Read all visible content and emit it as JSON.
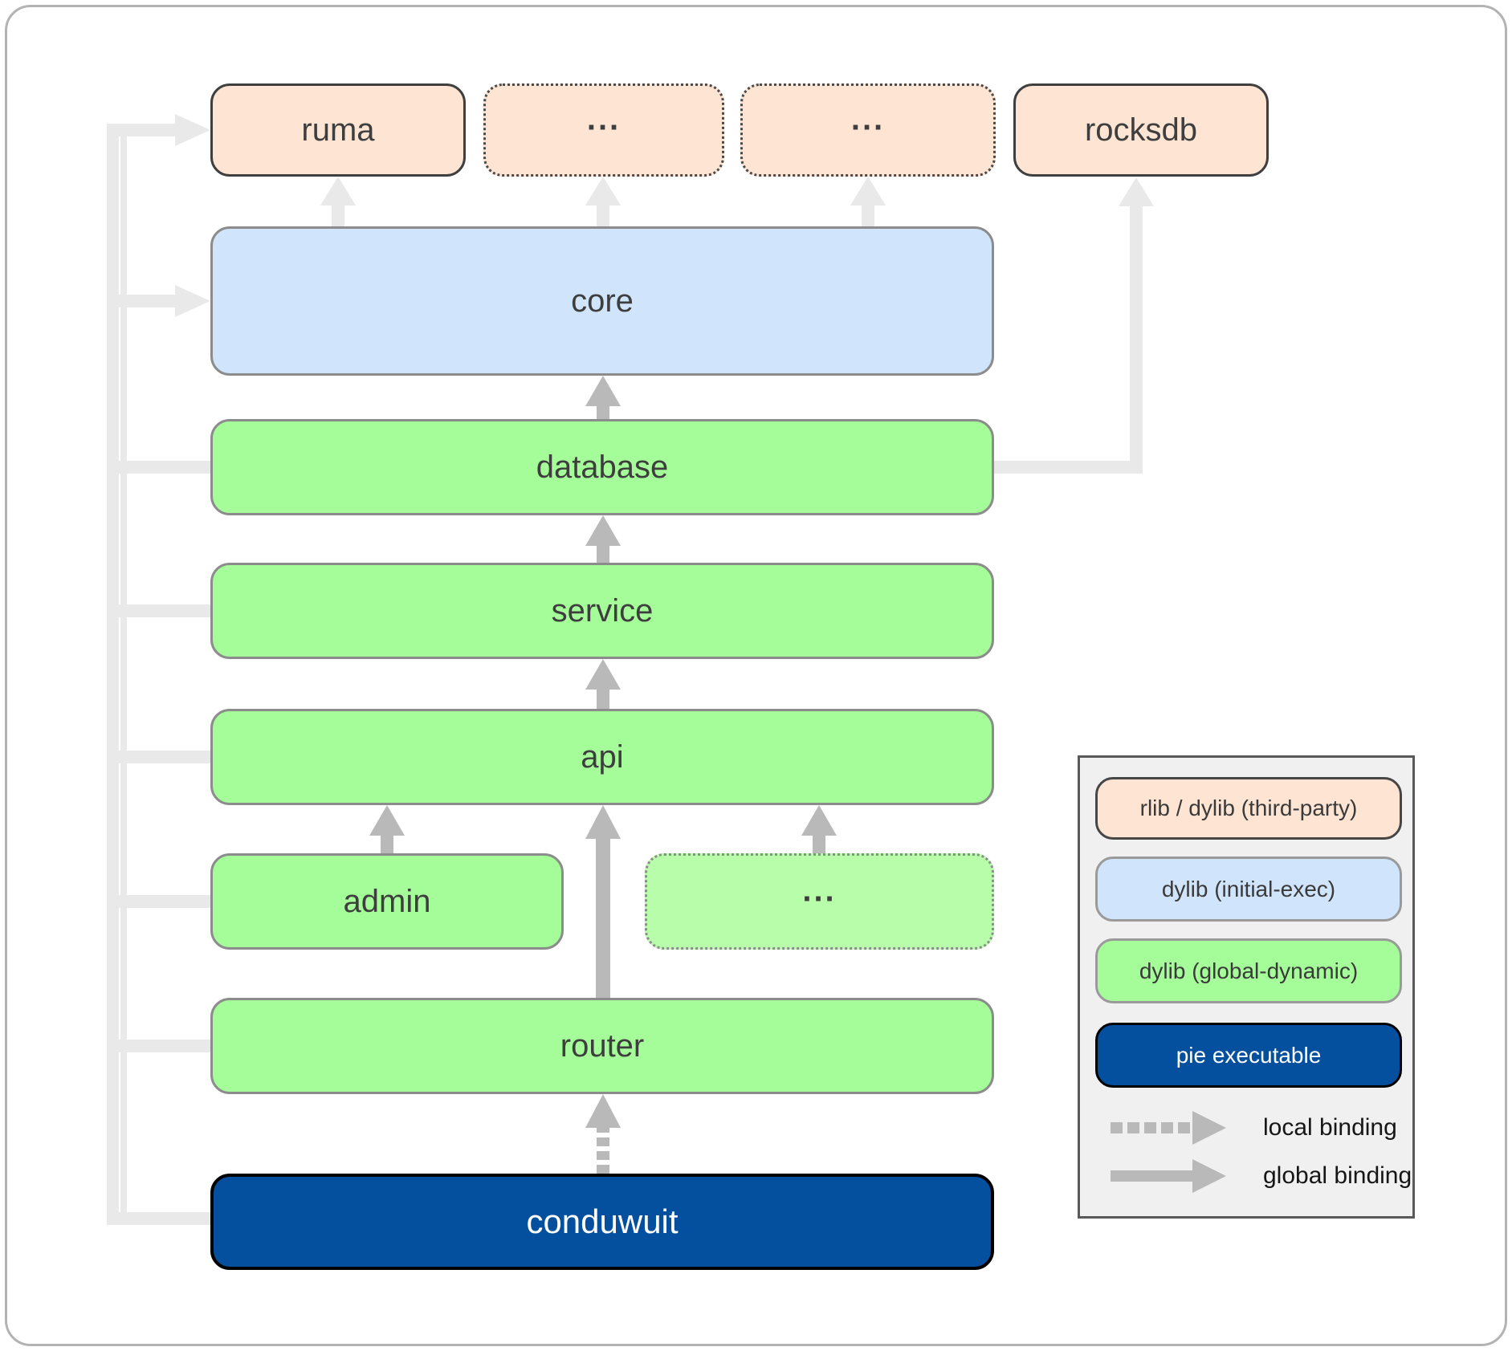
{
  "nodes": {
    "ruma": "ruma",
    "ellipsis1": "...",
    "ellipsis2": "...",
    "rocksdb": "rocksdb",
    "core": "core",
    "database": "database",
    "service": "service",
    "api": "api",
    "admin": "admin",
    "ellipsis3": "...",
    "router": "router",
    "conduwuit": "conduwuit"
  },
  "legend": {
    "items": [
      {
        "label": "rlib / dylib (third-party)",
        "type": "third-party"
      },
      {
        "label": "dylib (initial-exec)",
        "type": "initial-exec"
      },
      {
        "label": "dylib (global-dynamic)",
        "type": "global-dynamic"
      },
      {
        "label": "pie executable",
        "type": "pie-executable"
      }
    ],
    "bindings": [
      {
        "label": "local binding",
        "style": "dashed"
      },
      {
        "label": "global binding",
        "style": "solid"
      }
    ]
  },
  "colors": {
    "third_party_fill": "#fee4d3",
    "initial_exec_fill": "#d0e5fc",
    "global_dynamic_fill": "#a5fd99",
    "global_dynamic_etc_fill": "#b7fdaa",
    "pie_executable_fill": "#044f9e",
    "global_binding_arrow": "#b9b9b9",
    "local_binding_line": "#e9e9e9",
    "legend_background": "#f0f0f0",
    "label_text": "#3e3e3e"
  }
}
